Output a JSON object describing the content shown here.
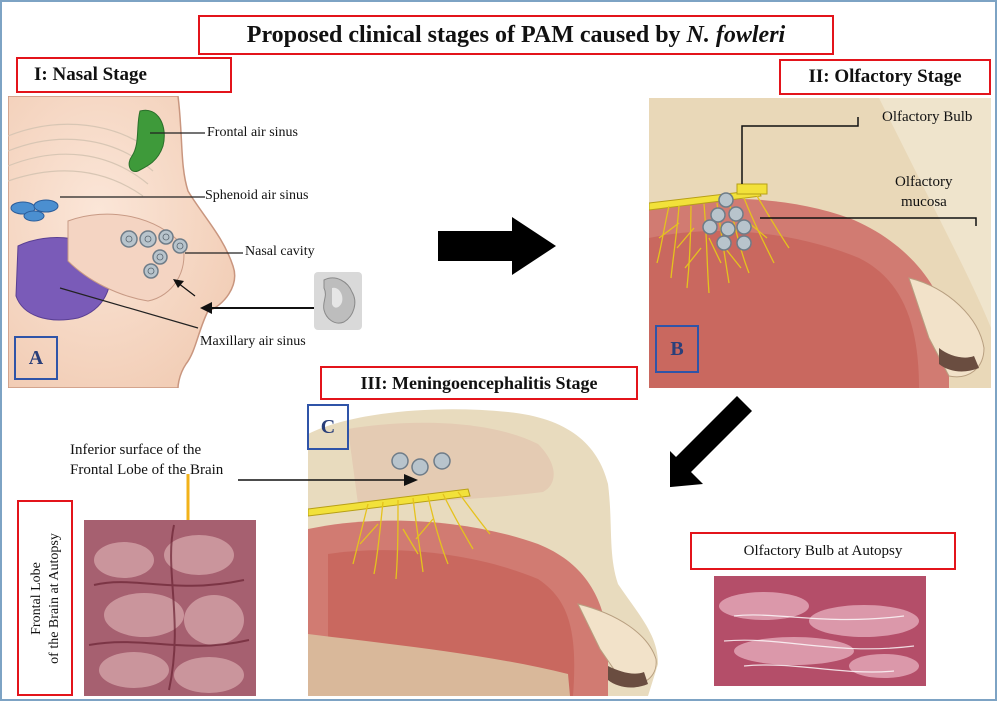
{
  "title": {
    "prefix": "Proposed clinical stages of PAM caused by ",
    "organism": "N. fowleri"
  },
  "stages": {
    "nasal": "I: Nasal Stage",
    "olfactory": "II: Olfactory Stage",
    "meningo": "III: Meningoencephalitis Stage"
  },
  "panels": {
    "a": "A",
    "b": "B",
    "c": "C"
  },
  "labels": {
    "frontal_air_sinus": "Frontal air sinus",
    "sphenoid_air_sinus": "Sphenoid air sinus",
    "nasal_cavity": "Nasal cavity",
    "maxillary_air_sinus": "Maxillary air sinus",
    "olfactory_bulb": "Olfactory Bulb",
    "olfactory_mucosa_line1": "Olfactory",
    "olfactory_mucosa_line2": "mucosa",
    "inferior_surface_line1": "Inferior surface  of  the",
    "inferior_surface_line2": "Frontal Lobe  of  the Brain",
    "frontal_lobe_autopsy_line1": "Frontal Lobe",
    "frontal_lobe_autopsy_line2": "of  the Brain at Autopsy",
    "olfactory_bulb_autopsy": "Olfactory Bulb at Autopsy"
  },
  "colors": {
    "frame_border": "#7da3c4",
    "stage_box_border": "#e3141b",
    "panel_letter_border": "#2f54a8",
    "arrow": "#000000",
    "nerve": "#f2d22b",
    "tissue": "#d6857a",
    "bone": "#e8dcc0"
  }
}
